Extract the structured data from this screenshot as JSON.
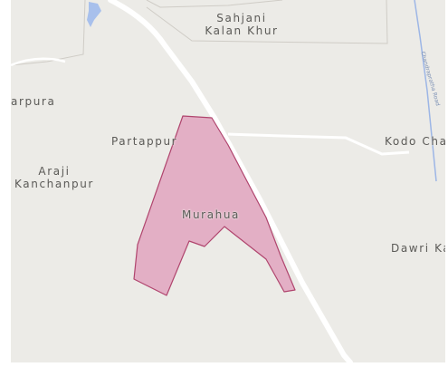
{
  "map": {
    "colors": {
      "land": "#ecebe7",
      "road": "#ffffff",
      "minor_road": "#ffffff",
      "boundary": "#c9c6c0",
      "water": "#a8c0ec",
      "region_fill": "#e2a9c2",
      "region_stroke": "#b0456e"
    },
    "places": {
      "sahjani_line1": "Sahjani",
      "sahjani_line2": "Kalan Khur",
      "arpura": "arpura",
      "partappur": "Partappur",
      "kodo_cha": "Kodo Cha",
      "araji_line1": "Araji",
      "araji_line2": "Kanchanpur",
      "dawri_ka": "Dawri Ka"
    },
    "region_label": "Murahua",
    "canal_label": "Chandrapratha Road",
    "icons": {
      "region_polygon": "highlighted-area-shape"
    }
  }
}
